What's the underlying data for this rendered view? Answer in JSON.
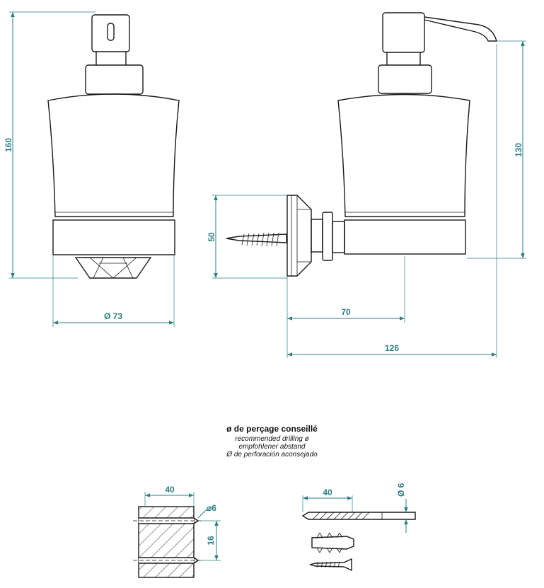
{
  "dimensions": {
    "height_total": "160",
    "diameter_label": "Ø 73",
    "bracket_height": "50",
    "projection_to_center": "70",
    "projection_total": "126",
    "height_to_pump": "130"
  },
  "drilling": {
    "title": "ø de perçage conseillé",
    "lines": [
      "recommended drilling ø",
      "empfohlener abstand",
      "Ø de perforación aconsejado"
    ],
    "depth_block": "40",
    "hole_diameter_block": "⌀6",
    "hole_spacing": "16",
    "drill_length": "40",
    "drill_diameter": "Ø 6"
  },
  "colors": {
    "dimension": "#2a7f86",
    "outline": "#1a1a1a"
  }
}
